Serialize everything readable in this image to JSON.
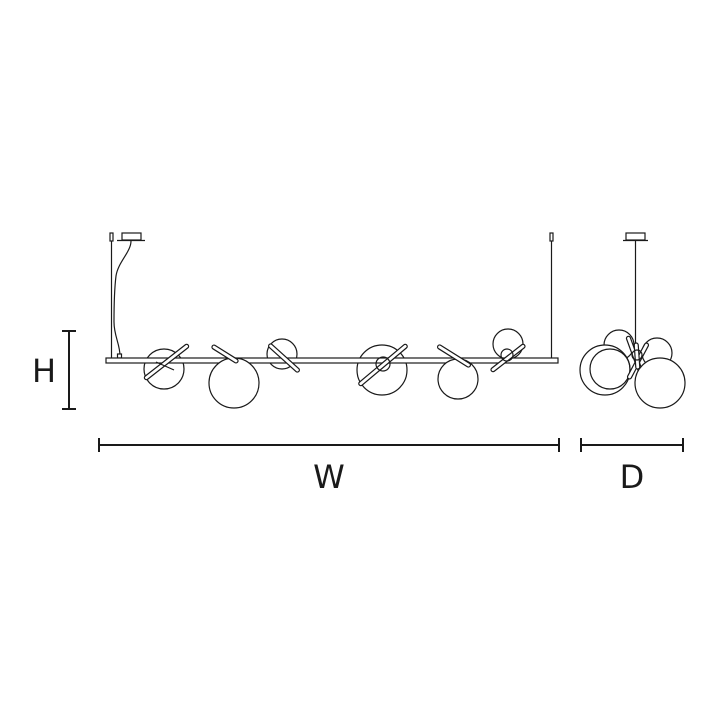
{
  "dimensions": {
    "height_label": "H",
    "width_label": "W",
    "depth_label": "D"
  },
  "colors": {
    "line": "#1a1a1a",
    "background": "#ffffff"
  }
}
